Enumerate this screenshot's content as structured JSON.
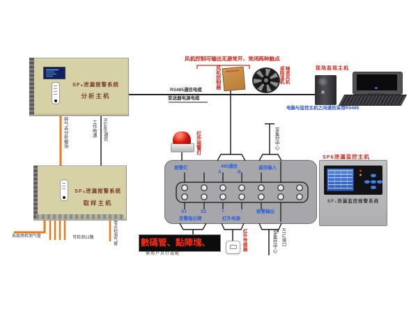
{
  "analyzer_box": {
    "title": "SF₆泄漏报警系统",
    "subtitle": "分析主机"
  },
  "sampler_box": {
    "title": "SF₆泄漏报警系统",
    "subtitle": "取样主机"
  },
  "wire_labels": {
    "sample_gas": "样气去分析模块",
    "power": "工作电源",
    "rs485": "RS485通信"
  },
  "bus": {
    "label_top": "RS485通信电缆",
    "label_bottom": "变送器电源电缆"
  },
  "fan": {
    "note": "风机控制可输出无源常开、常闭两种触点",
    "controller_label": "风机控制器",
    "fan_label_left": "或除湿机",
    "fan_label_right": "轴流风机"
  },
  "pc": {
    "label": "现场监视主机",
    "note": "电脑与监控主机之间通信采用RS485"
  },
  "panel": {
    "beacon_label": "红外报警灯",
    "top_labels": [
      "报警灯",
      "485通信",
      "遥信输入"
    ],
    "ab": [
      "A",
      "B"
    ],
    "bottom_labels": [
      "S1",
      "S2",
      "+",
      "-",
      "报警输出"
    ],
    "bottom_labels2": [
      "告警指示牌",
      "红外电源"
    ],
    "to_center_top": "至集控中心",
    "to_center_bottom": "至集控中心",
    "rtu": "RTU接口"
  },
  "led_display": {
    "text": "數碼管、點陣塊、",
    "caption": "需用户另行选配"
  },
  "ir_sensor_label": "红外传感器",
  "sf6_monitor": {
    "label": "SF6泄漏监控主机",
    "body_text": "SF₆泄漏监控报警系统"
  },
  "pipes": {
    "left_label": "去现场检测气管",
    "center_label": "可检测12路",
    "right_label": "零点检测气管"
  }
}
